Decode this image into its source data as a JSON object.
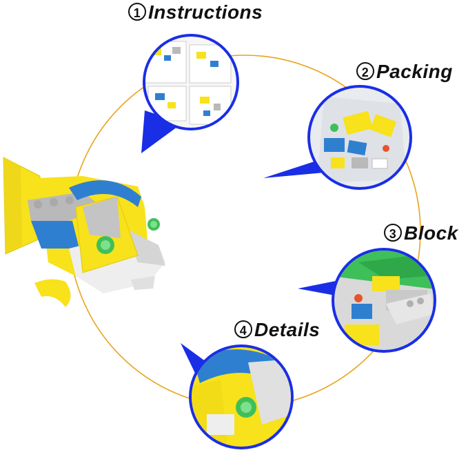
{
  "labels": {
    "instructions": {
      "num": "1",
      "text": "Instructions"
    },
    "packing": {
      "num": "2",
      "text": "Packing"
    },
    "block": {
      "num": "3",
      "text": "Block"
    },
    "details": {
      "num": "4",
      "text": "Details"
    }
  },
  "colors": {
    "ring": "#e8a317",
    "bubble_border": "#1a2ee6",
    "brick_yellow": "#f7e21b",
    "brick_blue": "#2f7fd1",
    "brick_gray": "#b9b9b9",
    "brick_white": "#eeeeee",
    "brick_green": "#3fbf5a"
  }
}
